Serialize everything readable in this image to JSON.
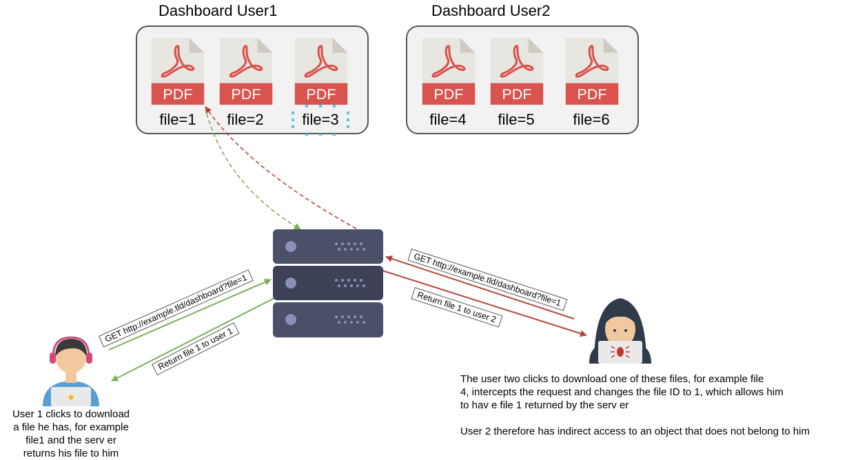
{
  "dashboards": [
    {
      "title": "Dashboard User1",
      "files": [
        {
          "badge": "PDF",
          "label": "file=1"
        },
        {
          "badge": "PDF",
          "label": "file=2"
        },
        {
          "badge": "PDF",
          "label": "file=3"
        }
      ]
    },
    {
      "title": "Dashboard User2",
      "files": [
        {
          "badge": "PDF",
          "label": "file=4"
        },
        {
          "badge": "PDF",
          "label": "file=5"
        },
        {
          "badge": "PDF",
          "label": "file=6"
        }
      ]
    }
  ],
  "requests": {
    "user1_request": "GET http://example.tld/dashboard?file=1",
    "user1_response": "Return file 1 to user 1",
    "user2_request": "GET http://example.tld/dashboard?file=1",
    "user2_response": "Return file 1 to user 2"
  },
  "captions": {
    "user1": [
      "User 1 clicks to download",
      "a file he has, for example",
      "file1 and the serv er",
      "returns his file to him"
    ],
    "user2_line1": "The user two clicks to download one of these files, for example file",
    "user2_line2": "4, intercepts the request and changes the file ID to 1, which allows him",
    "user2_line3": "to hav e file 1 returned by  the serv er",
    "user2_line4": "User 2 therefore has indirect access to an object that does not belong to him"
  },
  "colors": {
    "pdf_red": "#d9534f",
    "pdf_page": "#e8e6e1",
    "server_body": "#4a5068",
    "green_arrow": "#7cae5a",
    "red_arrow": "#b5473f",
    "selection_marker": "#22a7e0"
  }
}
